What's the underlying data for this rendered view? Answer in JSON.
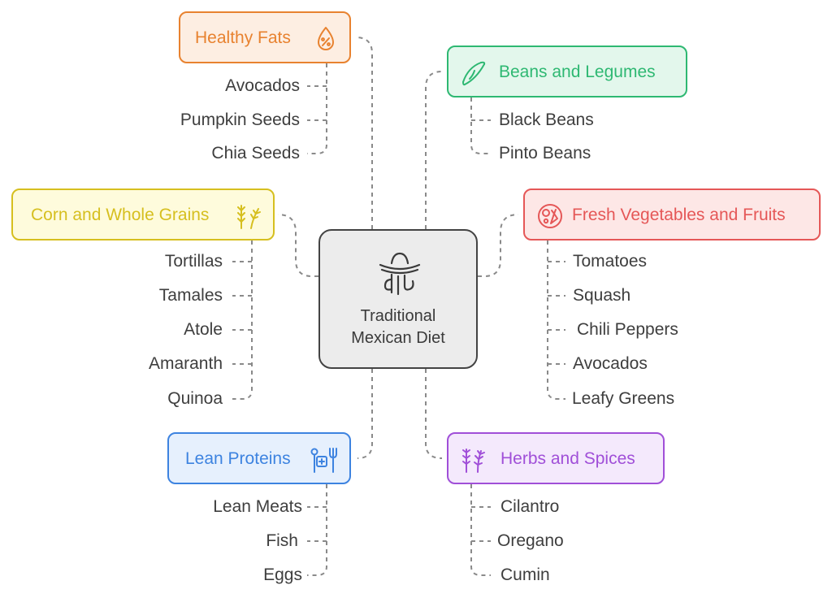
{
  "center": {
    "title": "Traditional\nMexican Diet",
    "icon": "sombrero-cactus-icon"
  },
  "categories": [
    {
      "id": "healthy-fats",
      "label": "Healthy Fats",
      "icon": "oil-drop-percent-icon",
      "color": "#e8822f",
      "fill": "#fdeee2",
      "items": [
        "Avocados",
        "Pumpkin Seeds",
        "Chia Seeds"
      ]
    },
    {
      "id": "beans-legumes",
      "label": "Beans and Legumes",
      "icon": "bean-pod-icon",
      "color": "#2eb872",
      "fill": "#e3f7ec",
      "items": [
        "Black Beans",
        "Pinto Beans"
      ]
    },
    {
      "id": "corn-whole-grains",
      "label": "Corn and Whole Grains",
      "icon": "wheat-icon",
      "color": "#d6bf1f",
      "fill": "#fefbdc",
      "items": [
        "Tortillas",
        "Tamales",
        "Atole",
        "Amaranth",
        "Quinoa"
      ]
    },
    {
      "id": "fresh-vegetables-fruits",
      "label": "Fresh Vegetables and Fruits",
      "icon": "vegetables-plate-icon",
      "color": "#e55757",
      "fill": "#fde7e6",
      "items": [
        "Tomatoes",
        "Squash",
        "Chili Peppers",
        "Avocados",
        "Leafy Greens"
      ]
    },
    {
      "id": "lean-proteins",
      "label": "Lean Proteins",
      "icon": "fork-knife-plus-icon",
      "color": "#3d83e0",
      "fill": "#e6f0fd",
      "items": [
        "Lean Meats",
        "Fish",
        "Eggs"
      ]
    },
    {
      "id": "herbs-spices",
      "label": "Herbs and Spices",
      "icon": "herb-sprigs-icon",
      "color": "#a04fd8",
      "fill": "#f4e9fc",
      "items": [
        "Cilantro",
        "Oregano",
        "Cumin"
      ]
    }
  ]
}
